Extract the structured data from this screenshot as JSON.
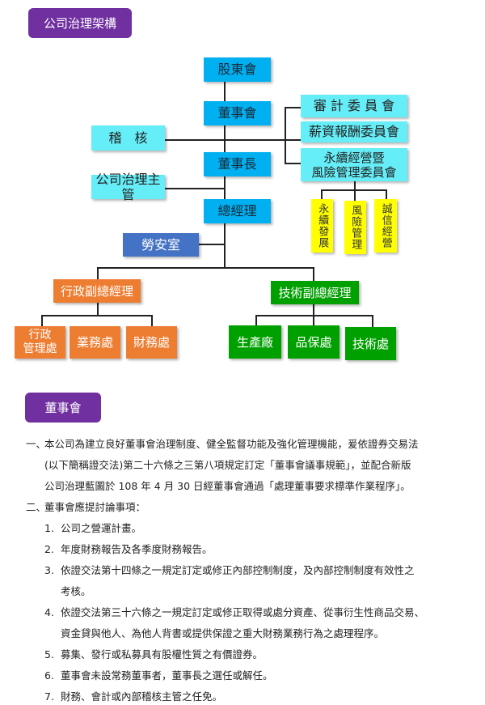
{
  "section1_title": "公司治理架構",
  "org": {
    "shareholders": "股東會",
    "board": "董事會",
    "audit": "稽　核",
    "chairman": "董事長",
    "cg_officer": "公司治理主管",
    "president": "總經理",
    "audit_committee": "審 計 委 員 會",
    "remuneration_committee": "薪資報酬委員會",
    "sustainability_committee": "永續經營暨\n風險管理委員會",
    "sub_sustain": "永續發展",
    "sub_risk": "風險管理",
    "sub_integrity": "誠信經營",
    "labor_safety": "勞安室",
    "admin_vp": "行政副總經理",
    "tech_vp": "技術副總經理",
    "admin_dept": "行政\n管理處",
    "business_dept": "業務處",
    "finance_dept": "財務處",
    "production": "生產廠",
    "qa": "品保處",
    "tech_dept": "技術處"
  },
  "section2_title": "董事會",
  "paragraphs": [
    {
      "marker": "一、",
      "lines": [
        "本公司為建立良好董事會治理制度、健全監督功能及強化管理機能，爰依證券交易法",
        "(以下簡稱證交法)第二十六條之三第八項規定訂定「董事會議事規範」，並配合新版",
        "公司治理藍圖於 108 年 4 月 30 日經董事會通過「處理董事要求標準作業程序」。"
      ]
    },
    {
      "marker": "二、",
      "lines": [
        "董事會應提討論事項："
      ]
    }
  ],
  "items": [
    {
      "n": "1.",
      "lines": [
        "公司之營運計畫。"
      ]
    },
    {
      "n": "2.",
      "lines": [
        "年度財務報告及各季度財務報告。"
      ]
    },
    {
      "n": "3.",
      "lines": [
        "依證交法第十四條之一規定訂定或修正內部控制制度，及內部控制制度有效性之",
        "考核。"
      ]
    },
    {
      "n": "4.",
      "lines": [
        "依證交法第三十六條之一規定訂定或修正取得或處分資產、從事衍生性商品交易、",
        "資金貸與他人、為他人背書或提供保證之重大財務業務行為之處理程序。"
      ]
    },
    {
      "n": "5.",
      "lines": [
        "募集、發行或私募具有股權性質之有價證券。"
      ]
    },
    {
      "n": "6.",
      "lines": [
        "董事會未設常務董事者，董事長之選任或解任。"
      ]
    },
    {
      "n": "7.",
      "lines": [
        "財務、會計或內部稽核主管之任免。"
      ]
    }
  ]
}
